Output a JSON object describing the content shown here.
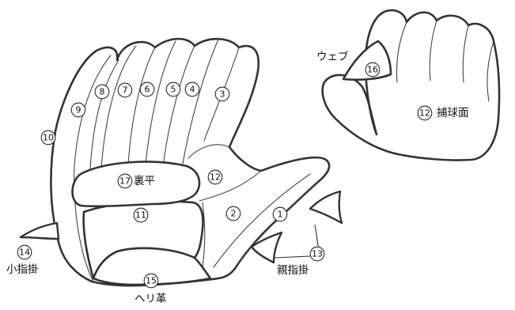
{
  "diagram": {
    "palm_view": {
      "parts": [
        {
          "id": "finger-3",
          "number": "3"
        },
        {
          "id": "finger-4",
          "number": "4"
        },
        {
          "id": "finger-5",
          "number": "5"
        },
        {
          "id": "finger-6",
          "number": "6"
        },
        {
          "id": "finger-7",
          "number": "7"
        },
        {
          "id": "finger-8",
          "number": "8"
        },
        {
          "id": "finger-9",
          "number": "9"
        },
        {
          "id": "finger-10",
          "number": "10"
        },
        {
          "id": "ura-hira",
          "number": "17",
          "label": "裏平"
        },
        {
          "id": "palm-12",
          "number": "12"
        },
        {
          "id": "palm-11",
          "number": "11"
        },
        {
          "id": "thumb-2",
          "number": "2"
        },
        {
          "id": "thumb-1",
          "number": "1"
        },
        {
          "id": "koyubi-gake",
          "number": "14",
          "label": "小指掛"
        },
        {
          "id": "oyayubi-gake",
          "number": "13",
          "label": "親指掛"
        },
        {
          "id": "herikawa",
          "number": "15",
          "label": "ヘリ革"
        }
      ]
    },
    "back_view": {
      "parts": [
        {
          "id": "web",
          "number": "16",
          "label": "ウェブ"
        },
        {
          "id": "hokyu-men",
          "number": "12",
          "label": "捕球面"
        }
      ]
    }
  }
}
